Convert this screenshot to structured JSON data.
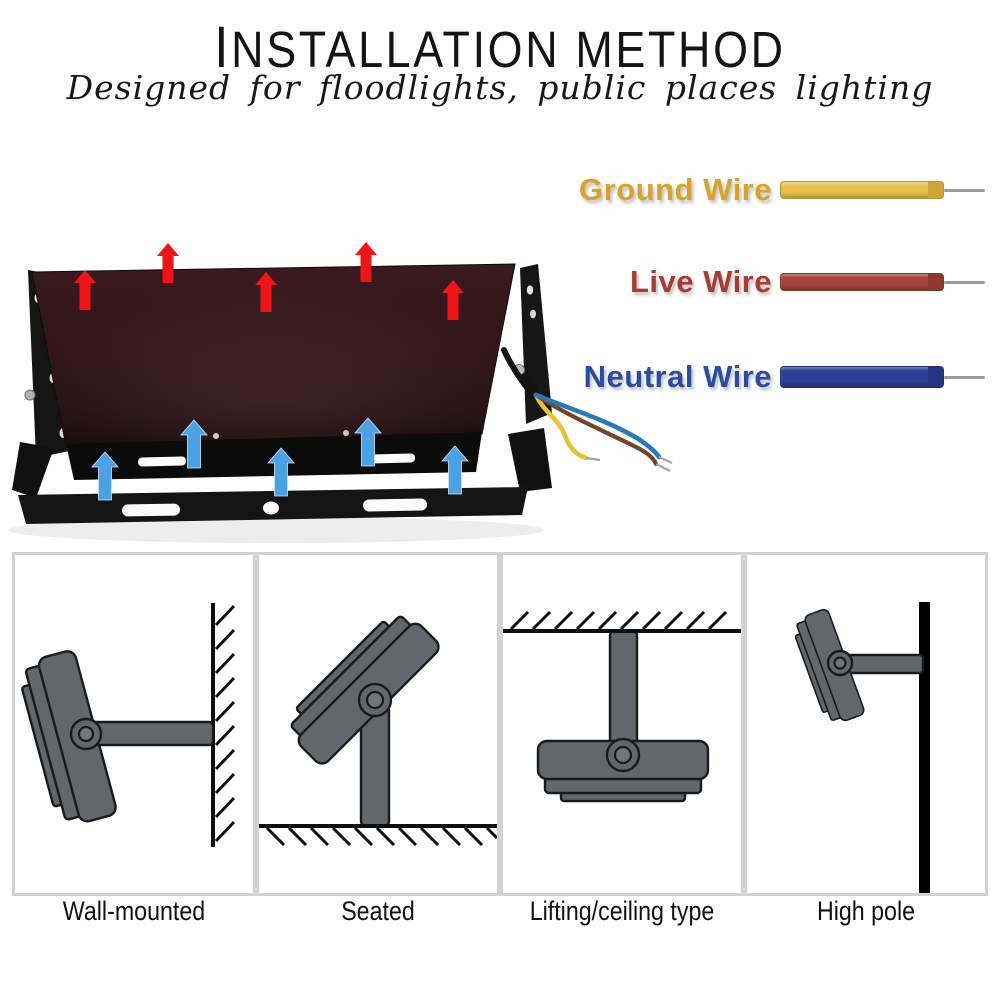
{
  "header": {
    "title": "INSTALLATION METHOD",
    "subtitle": "Designed for floodlights, public places lighting"
  },
  "wire_legend": {
    "items": [
      {
        "label": "Ground Wire",
        "text_color": "#D8A32A",
        "wire_color": "#EAC14B",
        "cap_color": "#D2A435",
        "lead_color": "#9B9B9B"
      },
      {
        "label": "Live Wire",
        "text_color": "#A63D34",
        "wire_color": "#A5443B",
        "cap_color": "#8E372F",
        "lead_color": "#9B9B9B"
      },
      {
        "label": "Neutral Wire",
        "text_color": "#2B4DA0",
        "wire_color": "#2C3E96",
        "cap_color": "#25357F",
        "lead_color": "#9B9B9B"
      }
    ]
  },
  "product_photo": {
    "red_arrow_color": "#EE1418",
    "blue_arrow_color": "#4AA2E5"
  },
  "mounting_methods": {
    "items": [
      {
        "label": "Wall-mounted"
      },
      {
        "label": "Seated"
      },
      {
        "label": "Lifting/ceiling type"
      },
      {
        "label": "High pole"
      }
    ]
  }
}
